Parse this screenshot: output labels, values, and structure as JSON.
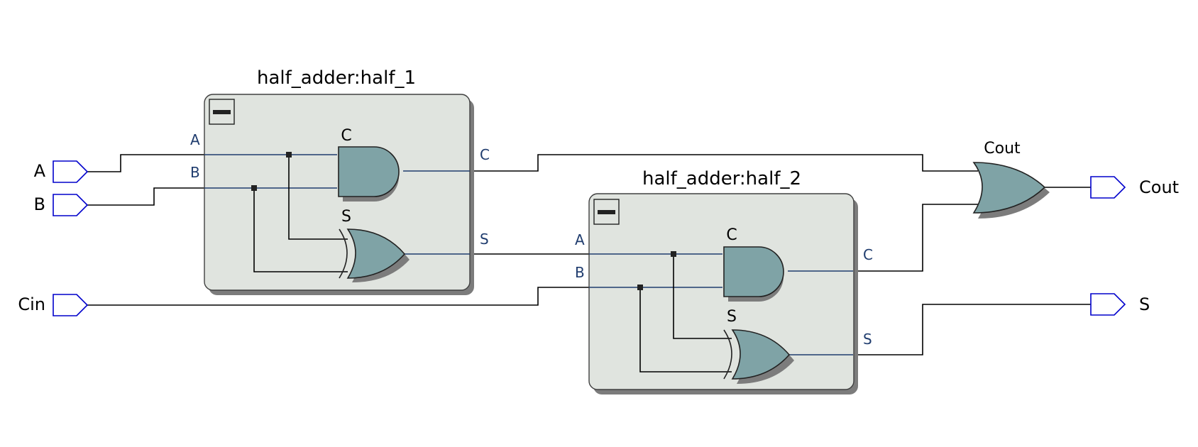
{
  "inputs": {
    "a": "A",
    "b": "B",
    "cin": "Cin"
  },
  "outputs": {
    "cout": "Cout",
    "s": "S"
  },
  "half_1": {
    "title": "half_adder:half_1",
    "port_a": "A",
    "port_b": "B",
    "port_c": "C",
    "port_s": "S",
    "and_label": "C",
    "xor_label": "S"
  },
  "half_2": {
    "title": "half_adder:half_2",
    "port_a": "A",
    "port_b": "B",
    "port_c": "C",
    "port_s": "S",
    "and_label": "C",
    "xor_label": "S"
  },
  "or_gate_label": "Cout",
  "colors": {
    "pin": "#0000cc",
    "gate_fill": "#7fa3a6",
    "block_fill": "#e0e4df",
    "port_label": "#1f3c6e"
  }
}
